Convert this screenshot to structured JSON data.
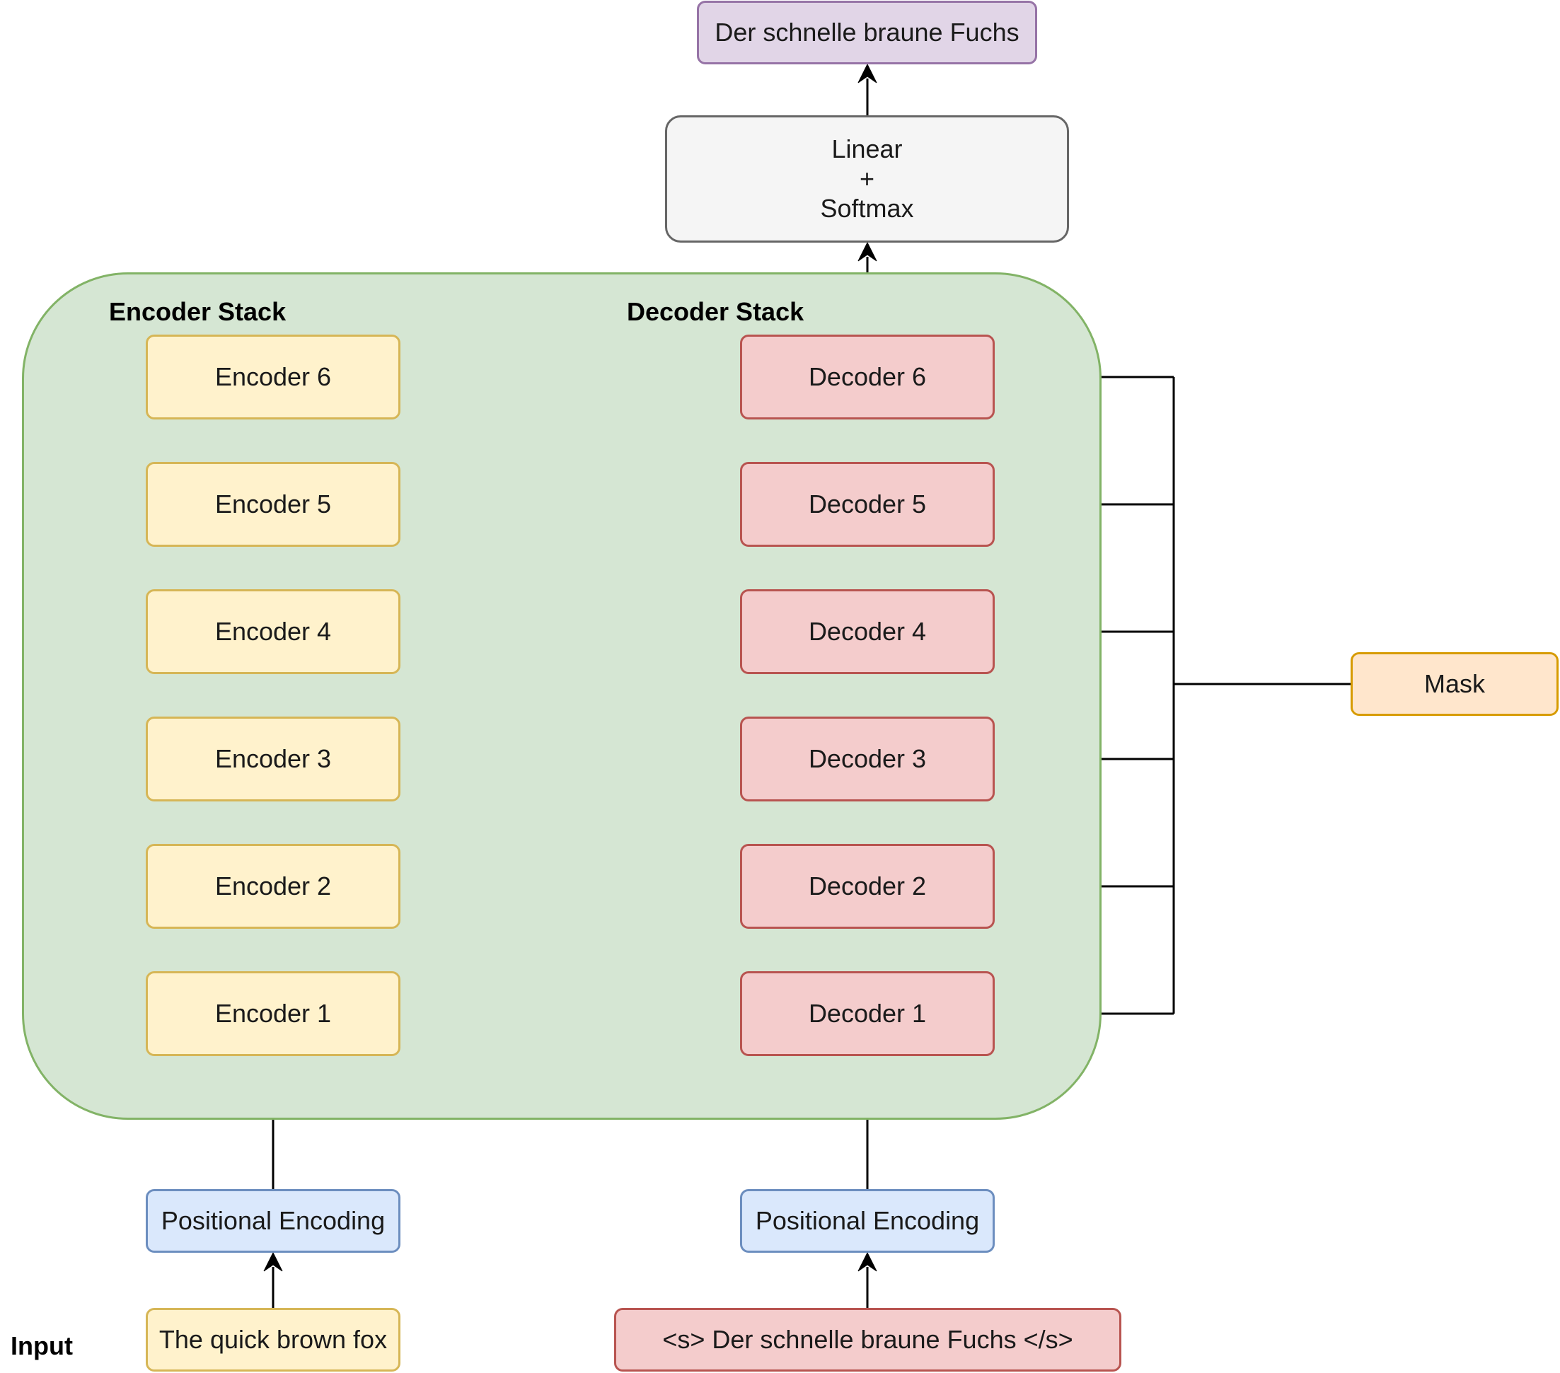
{
  "stack_labels": {
    "encoder": "Encoder Stack",
    "decoder": "Decoder Stack",
    "input": "Input"
  },
  "encoders": [
    "Encoder 1",
    "Encoder 2",
    "Encoder 3",
    "Encoder 4",
    "Encoder 5",
    "Encoder 6"
  ],
  "decoders": [
    "Decoder 1",
    "Decoder 2",
    "Decoder 3",
    "Decoder 4",
    "Decoder 5",
    "Decoder 6"
  ],
  "positional_encoding": {
    "encoder": "Positional Encoding",
    "decoder": "Positional Encoding"
  },
  "source_input": "The quick brown fox",
  "target_input": "<s> Der schnelle braune Fuchs </s>",
  "output_layer": [
    "Linear",
    "+",
    "Softmax"
  ],
  "output": "Der schnelle braune Fuchs",
  "mask": "Mask",
  "colors": {
    "panel_fill": "#d5e6d3",
    "panel_border": "#82b366",
    "encoder_fill": "#fff2cc",
    "encoder_border": "#d6b656",
    "decoder_fill": "#f4cccc",
    "decoder_border": "#b85450",
    "pe_fill": "#dae8fc",
    "pe_border": "#6c8ebf",
    "softmax_fill": "#f5f5f5",
    "softmax_border": "#666666",
    "output_fill": "#e1d5e7",
    "output_border": "#9673a6",
    "mask_fill": "#ffe6cc",
    "mask_border": "#d79b00",
    "target_fill": "#f4cccc",
    "target_border": "#b85450",
    "source_fill": "#fff2cc",
    "source_border": "#d6b656"
  }
}
